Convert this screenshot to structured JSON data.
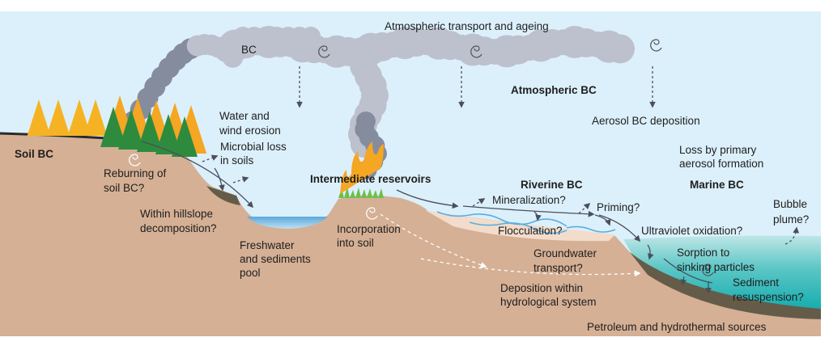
{
  "colors": {
    "sky": "#dcf0fb",
    "ground": "#d5b095",
    "sediment": "#645c48",
    "sea": "#1aaeb0",
    "smoke_light": "#bcc1cd",
    "smoke_dark": "#858c9e",
    "river": "#f3dccb"
  },
  "atmosphere": {
    "transport": "Atmospheric transport and ageing",
    "bc": "BC",
    "title": "Atmospheric BC",
    "deposition": "Aerosol BC deposition"
  },
  "soil": {
    "title": "Soil BC",
    "erosion": [
      "Water and",
      "wind erosion"
    ],
    "microbial": [
      "Microbial loss",
      "in soils"
    ],
    "reburning": [
      "Reburning of",
      "soil BC?"
    ],
    "hillslope": [
      "Within hillslope",
      "decomposition?"
    ],
    "freshwater": [
      "Freshwater",
      "and sediments",
      "pool"
    ]
  },
  "intermediate": {
    "title": "Intermediate reservoirs",
    "incorporation": [
      "Incorporation",
      "into soil"
    ]
  },
  "riverine": {
    "title": "Riverine BC",
    "mineralization": "Mineralization?",
    "priming": "Priming?",
    "flocculation": "Flocculation?",
    "groundwater": [
      "Groundwater",
      "transport?"
    ],
    "deposition": [
      "Deposition within",
      "hydrological system"
    ]
  },
  "marine": {
    "title": "Marine BC",
    "loss": [
      "Loss by primary",
      "aerosol formation"
    ],
    "uv": "Ultraviolet oxidation?",
    "bubble": [
      "Bubble",
      "plume?"
    ],
    "sorption": [
      "Sorption to",
      "sinking particles"
    ],
    "resuspension": [
      "Sediment",
      "resuspension?"
    ],
    "petroleum": "Petroleum and hydrothermal sources"
  }
}
